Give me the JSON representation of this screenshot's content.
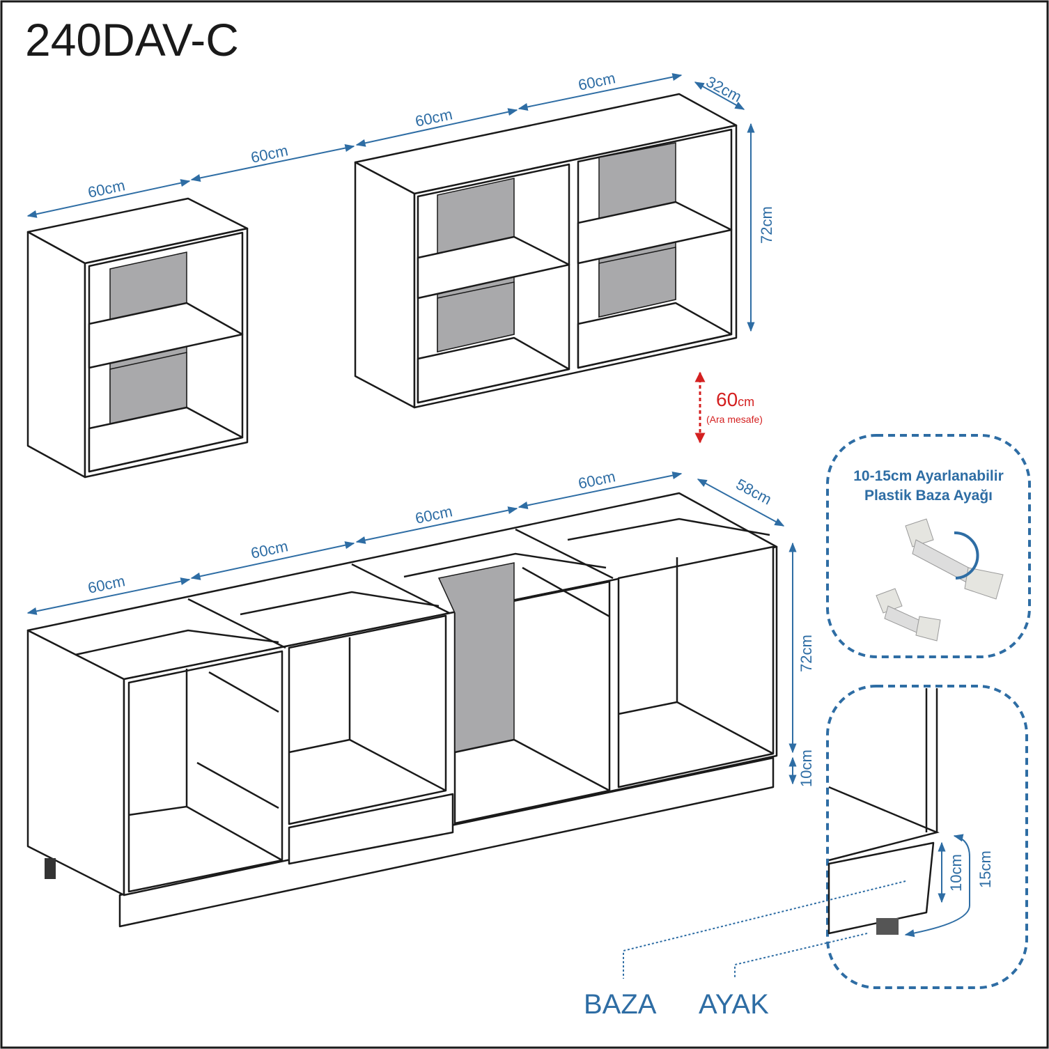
{
  "title": "240DAV-C",
  "colors": {
    "dimension": "#2e6da4",
    "gap": "#d42020",
    "outline": "#1a1a1a",
    "back_panel": "#a9a9ab"
  },
  "upper": {
    "widths": [
      "60cm",
      "60cm",
      "60cm",
      "60cm"
    ],
    "depth": "32cm",
    "height": "72cm"
  },
  "gap": {
    "value": "60",
    "unit": "cm",
    "note": "(Ara mesafe)"
  },
  "base": {
    "widths": [
      "60cm",
      "60cm",
      "60cm",
      "60cm"
    ],
    "depth": "58cm",
    "height": "72cm",
    "plinth": "10cm"
  },
  "leg_box": {
    "line1": "10-15cm Ayarlanabilir",
    "line2": "Plastik Baza Ayağı"
  },
  "detail": {
    "plinth": "10cm",
    "leg": "15cm"
  },
  "labels": {
    "baza": "BAZA",
    "ayak": "AYAK"
  }
}
